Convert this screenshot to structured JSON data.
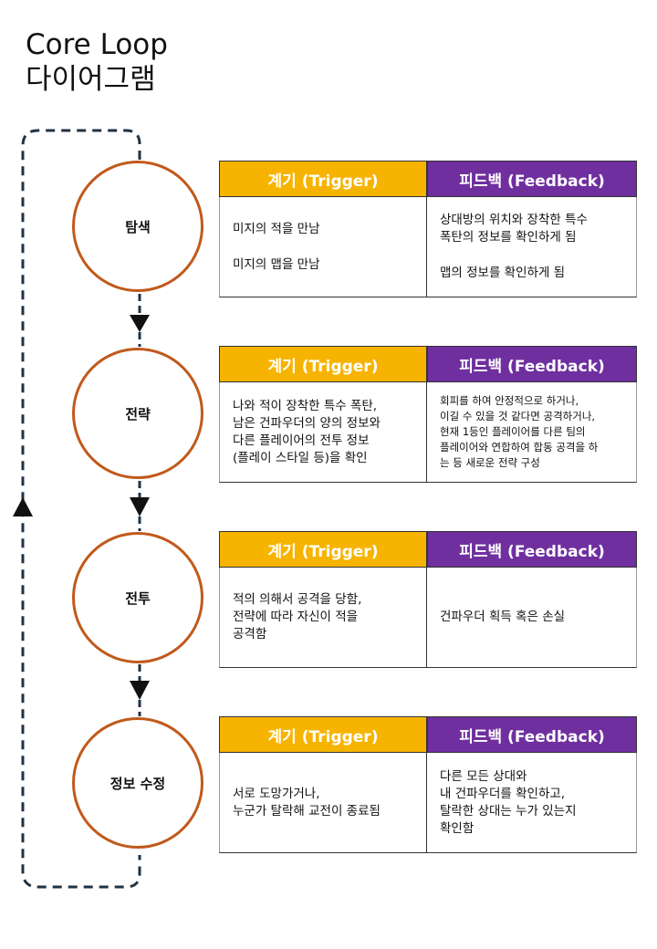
{
  "title": {
    "line1": "Core Loop",
    "line2": "다이어그램"
  },
  "headers": {
    "trigger": "계기 (Trigger)",
    "feedback": "피드백 (Feedback)"
  },
  "stages": [
    {
      "name": "탐색",
      "trigger": [
        "미지의 적을 만남",
        "미지의 맵을 만남"
      ],
      "feedback": [
        "상대방의 위치와 장착한 특수\n폭탄의 정보를 확인하게 됨",
        "맵의 정보를 확인하게 됨"
      ]
    },
    {
      "name": "전략",
      "trigger": [
        "나와 적이 장착한 특수 폭탄,\n남은 건파우더의 양의 정보와\n다른 플레이어의 전투 정보\n(플레이 스타일 등)을 확인"
      ],
      "feedback": [
        "회피를 하여 안정적으로 하거나,\n이길 수 있을 것 같다면 공격하거나,\n현재 1등인 플레이어를 다른 팀의\n플레이어와 연합하여 합동 공격을 하\n는 등 새로운 전략 구성"
      ]
    },
    {
      "name": "전투",
      "trigger": [
        "적의 의해서 공격을 당함,\n전략에 따라 자신이 적을\n공격함"
      ],
      "feedback": [
        "건파우더 획득 혹은 손실"
      ]
    },
    {
      "name": "정보 수정",
      "trigger": [
        "서로 도망가거나,\n누군가 탈락해 교전이 종료됨"
      ],
      "feedback": [
        "다른 모든 상대와\n내 건파우더를 확인하고,\n탈락한 상대는 누가 있는지\n확인함"
      ]
    }
  ],
  "colors": {
    "node_border": "#c05a1c",
    "trigger_header": "#f6b400",
    "feedback_header": "#6f2f9f",
    "loop_line": "#1f3345"
  }
}
